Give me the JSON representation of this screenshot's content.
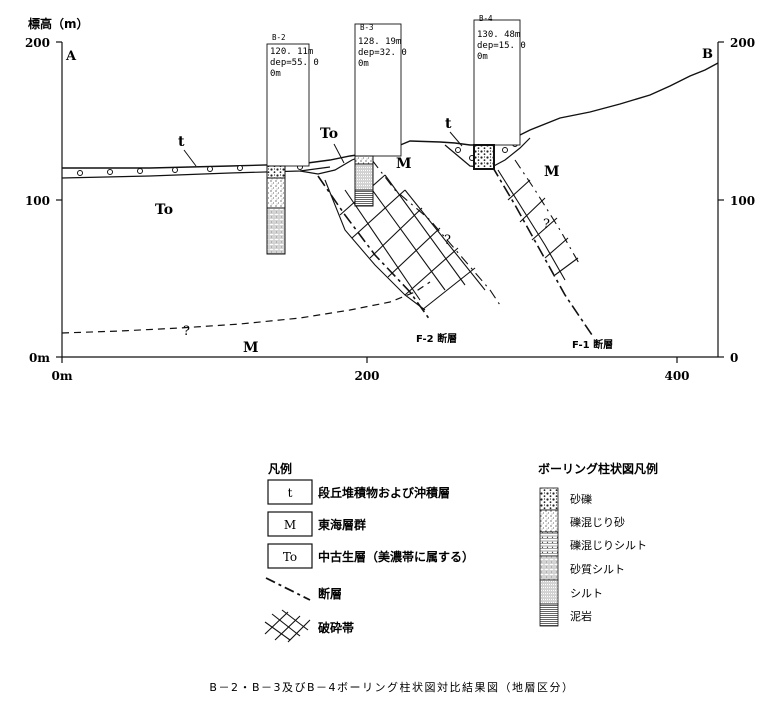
{
  "section": {
    "ylabel": "標高（m）",
    "y_ticks_left": [
      "200",
      "100",
      "0m"
    ],
    "y_ticks_right": [
      "200",
      "100",
      "0"
    ],
    "x_ticks": [
      "0m",
      "200",
      "400"
    ],
    "end_left": "A",
    "end_right": "B",
    "units": {
      "t_label": "t",
      "to_left": "To",
      "to_mid": "To",
      "m_right_1": "M",
      "m_right_2": "M",
      "m_bottom": "M"
    },
    "question_marks": [
      "?",
      "?",
      "?"
    ],
    "faults": {
      "f2": "F-2 断層",
      "f1": "F-1 断層"
    },
    "boreholes": [
      {
        "id": "B-2",
        "line1": "120. 11m",
        "line2": "dep=55. 0",
        "line3": "0m"
      },
      {
        "id": "B-3",
        "line1": "128. 19m",
        "line2": "dep=32. 0",
        "line3": "0m"
      },
      {
        "id": "B-4",
        "line1": "130. 48m",
        "line2": "dep=15. 0",
        "line3": "0m"
      }
    ]
  },
  "legend_units": {
    "title": "凡例",
    "items": [
      {
        "symbol": "t",
        "label": "段丘堆積物および沖積層"
      },
      {
        "symbol": "M",
        "label": "東海層群"
      },
      {
        "symbol": "To",
        "label": "中古生層（美濃帯に属する）"
      }
    ],
    "fault_label": "断層",
    "crush_label": "破砕帯"
  },
  "legend_boring": {
    "title": "ボーリング柱状図凡例",
    "items": [
      "砂礫",
      "礫混じり砂",
      "礫混じりシルト",
      "砂質シルト",
      "シルト",
      "泥岩"
    ]
  },
  "caption": "B－2・B－3及びB－4ボーリング柱状図対比結果図（地層区分）"
}
